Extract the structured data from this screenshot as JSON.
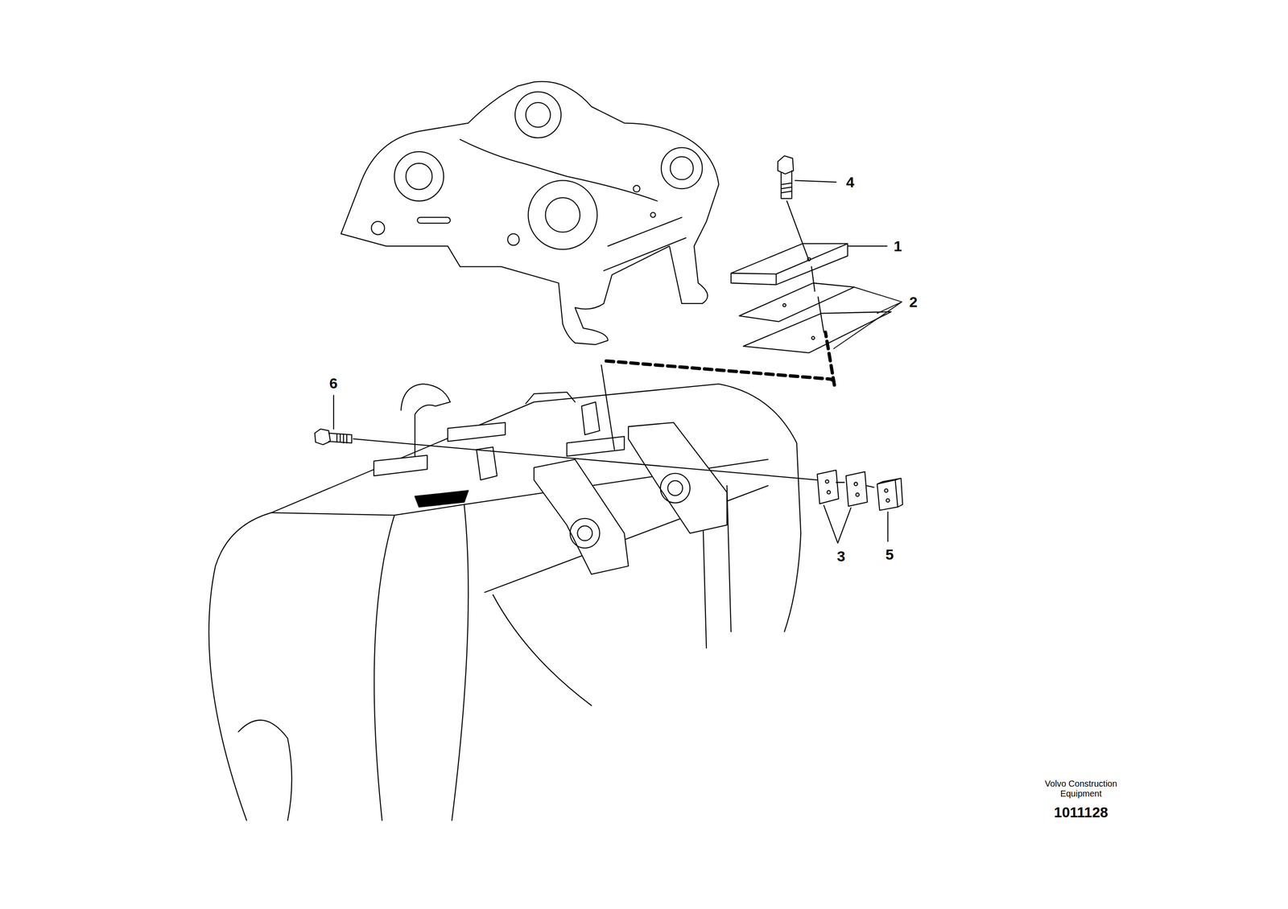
{
  "diagram": {
    "labels": [
      "4",
      "1",
      "2",
      "6",
      "3",
      "5",
      "Volvo Construction Equipment",
      "1011128"
    ]
  }
}
